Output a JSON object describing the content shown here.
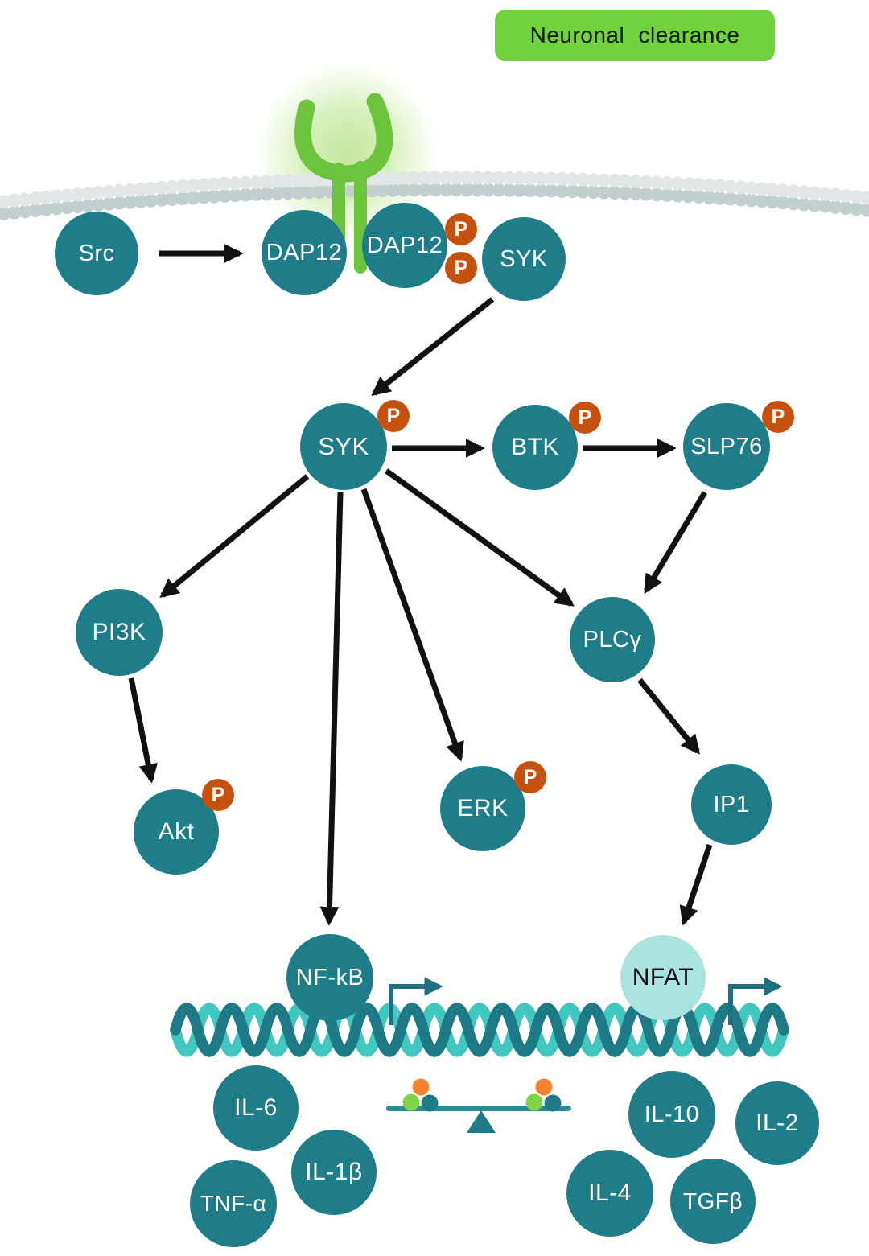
{
  "banner": {
    "label": "Neuronal clearance"
  },
  "phospho_label": "P",
  "nodes": {
    "src": {
      "label": "Src"
    },
    "dap12_left": {
      "label": "DAP12"
    },
    "dap12_right": {
      "label": "DAP12",
      "phosphorylated": true
    },
    "syk_receptor": {
      "label": "SYK"
    },
    "syk": {
      "label": "SYK",
      "phosphorylated": true
    },
    "btk": {
      "label": "BTK",
      "phosphorylated": true
    },
    "slp76": {
      "label": "SLP76",
      "phosphorylated": true
    },
    "pi3k": {
      "label": "PI3K"
    },
    "plc_gamma": {
      "label": "PLCγ"
    },
    "akt": {
      "label": "Akt",
      "phosphorylated": true
    },
    "erk": {
      "label": "ERK",
      "phosphorylated": true
    },
    "ip1": {
      "label": "IP1"
    },
    "nfkb": {
      "label": "NF-kB"
    },
    "nfat": {
      "label": "NFAT"
    }
  },
  "cytokines": {
    "left_group": [
      {
        "label": "IL-6"
      },
      {
        "label": "IL-1β"
      },
      {
        "label": "TNF-α"
      }
    ],
    "right_group": [
      {
        "label": "IL-10"
      },
      {
        "label": "IL-2"
      },
      {
        "label": "IL-4"
      },
      {
        "label": "TGFβ"
      }
    ]
  },
  "edges": [
    {
      "from": "Src",
      "to": "DAP12"
    },
    {
      "from": "SYK (membrane)",
      "to": "SYK"
    },
    {
      "from": "SYK",
      "to": "BTK"
    },
    {
      "from": "BTK",
      "to": "SLP76"
    },
    {
      "from": "SLP76",
      "to": "PLCγ"
    },
    {
      "from": "SYK",
      "to": "PI3K"
    },
    {
      "from": "SYK",
      "to": "PLCγ"
    },
    {
      "from": "SYK",
      "to": "ERK"
    },
    {
      "from": "SYK",
      "to": "NF-kB"
    },
    {
      "from": "PI3K",
      "to": "Akt"
    },
    {
      "from": "PLCγ",
      "to": "IP1"
    },
    {
      "from": "IP1",
      "to": "NFAT"
    }
  ],
  "colors": {
    "node_teal": "#1f7c89",
    "nfat_fill": "#a9e4e0",
    "phospho_orange": "#c4520e",
    "banner_green": "#72d23e",
    "receptor_green": "#6cc33c",
    "dna_dark": "#1f7a87",
    "dna_light": "#41c7bf",
    "membrane_light": "#e3e6e6",
    "membrane_dark": "#c3ced1",
    "arrow_black": "#111111",
    "transcription_teal": "#1e6f80",
    "balance_dot_orange": "#f5822f",
    "balance_dot_green": "#7ed348"
  }
}
